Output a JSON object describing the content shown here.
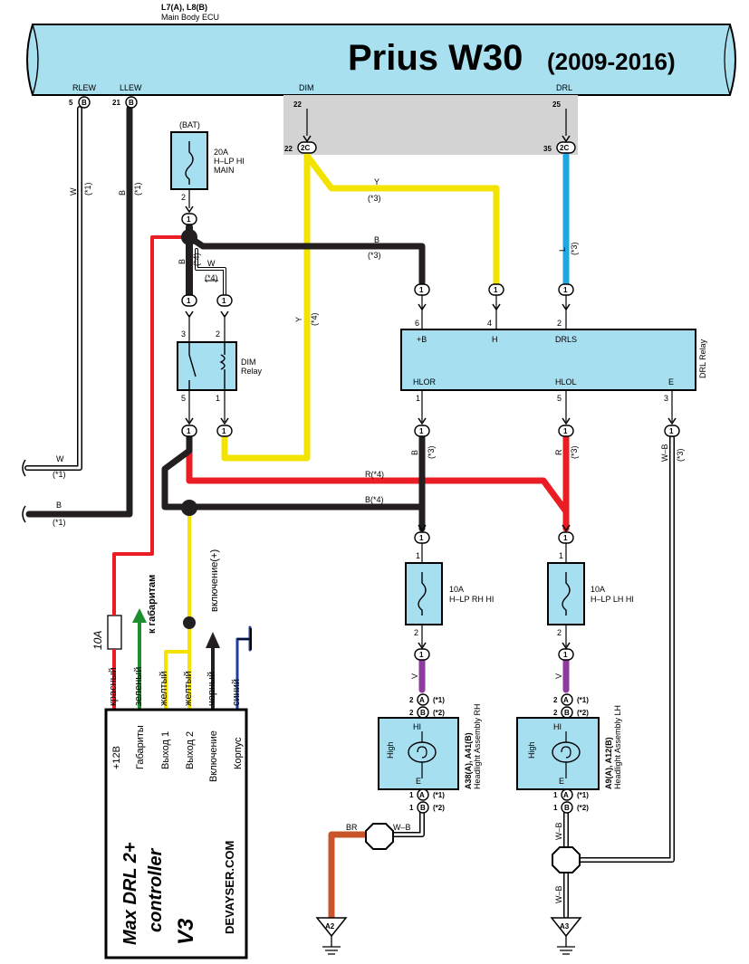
{
  "header": {
    "connector_ids": "L7(A), L8(B)",
    "ecu_name": "Main Body ECU",
    "title": "Prius W30",
    "years": "(2009-2016)",
    "title_color": "#c8232c",
    "pins": {
      "rlew": "RLEW",
      "llew": "LLEW",
      "dim": "DIM",
      "drl": "DRL"
    },
    "pin_numbers": {
      "rlew": "5",
      "llew": "21",
      "dim": "22",
      "drl": "25"
    },
    "conn_labels": {
      "rlew": "B",
      "llew": "B",
      "dim": "2C",
      "drl": "2C"
    },
    "conn_numbers": {
      "dim": "22",
      "drl": "35"
    }
  },
  "fuse_main": {
    "supply": "(BAT)",
    "rating": "20A",
    "name1": "H–LP HI",
    "name2": "MAIN",
    "pin_out": "2"
  },
  "dim_relay": {
    "name1": "DIM",
    "name2": "Relay",
    "pins": {
      "p3": "3",
      "p2": "2",
      "p5": "5",
      "p1": "1"
    }
  },
  "drl_relay": {
    "name": "DRL Relay",
    "top_labels": {
      "b": "+B",
      "h": "H",
      "drls": "DRLS"
    },
    "top_pins": {
      "b": "6",
      "h": "4",
      "drls": "2"
    },
    "bottom_labels": {
      "hlor": "HLOR",
      "hlol": "HLOL",
      "e": "E"
    },
    "bottom_pins": {
      "hlor": "1",
      "hlol": "5",
      "e": "3"
    }
  },
  "fuse_rh": {
    "rating": "10A",
    "name": "H–LP RH HI",
    "pin_in": "1",
    "pin_out": "2"
  },
  "fuse_lh": {
    "rating": "10A",
    "name": "H–LP LH HI",
    "pin_in": "1",
    "pin_out": "2"
  },
  "headlight_rh": {
    "ids": "A38(A), A41(B)",
    "name": "Headlight Assembly RH",
    "hi": "HI",
    "high": "High",
    "e": "E"
  },
  "headlight_lh": {
    "ids": "A9(A), A12(B)",
    "name": "Headlight Assembly LH",
    "hi": "HI",
    "high": "High",
    "e": "E"
  },
  "hl_pins": {
    "a_top": "2",
    "b_top": "2",
    "a_bot": "1",
    "b_bot": "1",
    "conn_a": "A",
    "conn_b": "B",
    "v1": "(*1)",
    "v2": "(*2)"
  },
  "junction": "1",
  "wires": {
    "w": "W",
    "b": "B",
    "y": "Y",
    "l": "L",
    "v": "V",
    "r": "R",
    "wb": "W–B",
    "br": "BR",
    "star1": "(*1)",
    "star3": "(*3)",
    "star4": "(*4)",
    "r4": "R(*4)",
    "b4": "B(*4)"
  },
  "grounds": {
    "a2": "A2",
    "a3": "A3"
  },
  "controller": {
    "title_line1": "Max DRL 2+",
    "title_line2": "controller",
    "version": "V3",
    "site": "DEVAYSER.COM",
    "pins": [
      "+12B",
      "Габариты",
      "Выход 1",
      "Выход 2",
      "Включение",
      "Корпус"
    ],
    "wire_labels": [
      "красный",
      "зеленый",
      "желтый",
      "желтый",
      "черный",
      "синий"
    ],
    "fuse": "10A",
    "to_parking": "к габаритам",
    "enable": "включение(+)"
  },
  "colors": {
    "ecu_fill": "#a8e0f0",
    "component_fill": "#a6dff0",
    "dim_area": "#d3d3d3",
    "yellow": "#f2e400",
    "blue": "#1ea7e0",
    "red": "#ea1c24",
    "black": "#231f20",
    "purple": "#8e3a9e",
    "brown": "#c8562a",
    "green": "#1d8f2e",
    "dark_blue": "#1d3fa0"
  }
}
